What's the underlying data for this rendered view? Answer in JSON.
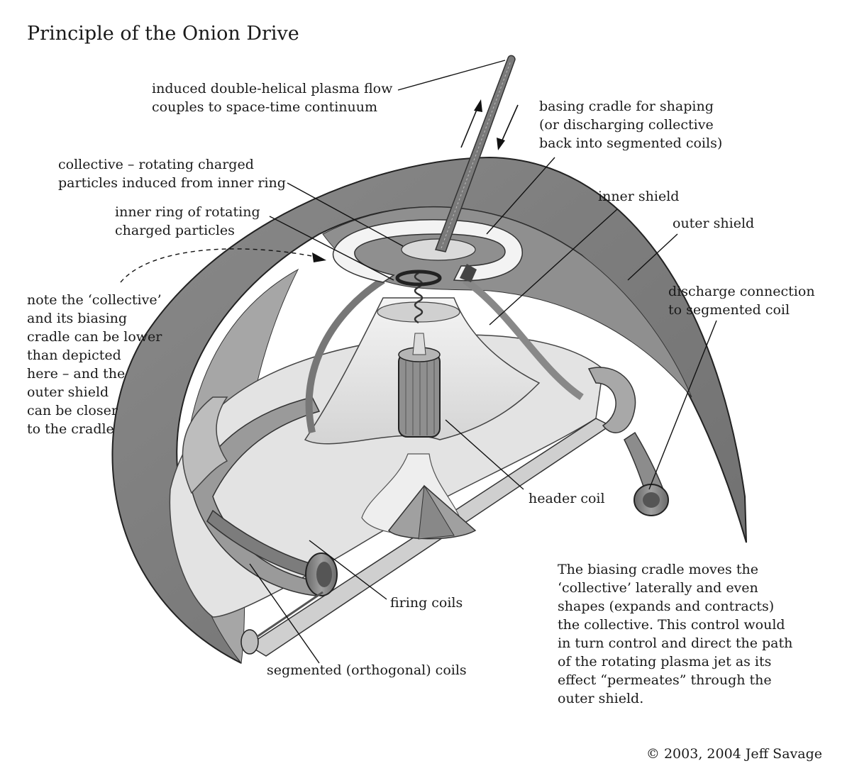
{
  "title": "Principle of the Onion Drive",
  "labels": {
    "plasma_flow": "induced double-helical plasma flow\ncouples to space-time continuum",
    "basing_cradle": "basing cradle for shaping\n(or discharging collective\nback into segmented coils)",
    "collective": "collective – rotating charged\nparticles induced from inner ring",
    "inner_ring": "inner ring of rotating\ncharged particles",
    "inner_shield": "inner shield",
    "outer_shield": "outer shield",
    "discharge_connection": "discharge connection\nto segmented coil",
    "note": "note the ‘collective’\nand its biasing\ncradle can be lower\nthan depicted\nhere – and the\nouter shield\ncan be closer\nto the cradle",
    "header_coil": "header coil",
    "firing_coils": "firing coils",
    "segmented_coils": "segmented (orthogonal) coils",
    "description": "The biasing cradle moves the\n‘collective’ laterally and even\nshapes (expands and contracts)\nthe collective. This control would\nin turn control and direct the path\nof the rotating plasma jet as its\neffect “permeates” through the\nouter shield."
  },
  "copyright": "© 2003, 2004 Jeff Savage",
  "colors": {
    "outer_shield": "#7d7d7d",
    "outer_shield_inner": "#9a9a9a",
    "cradle_base": "#d9d9d9",
    "coils": "#8c8c8c",
    "lines": "#1a1a1a"
  }
}
